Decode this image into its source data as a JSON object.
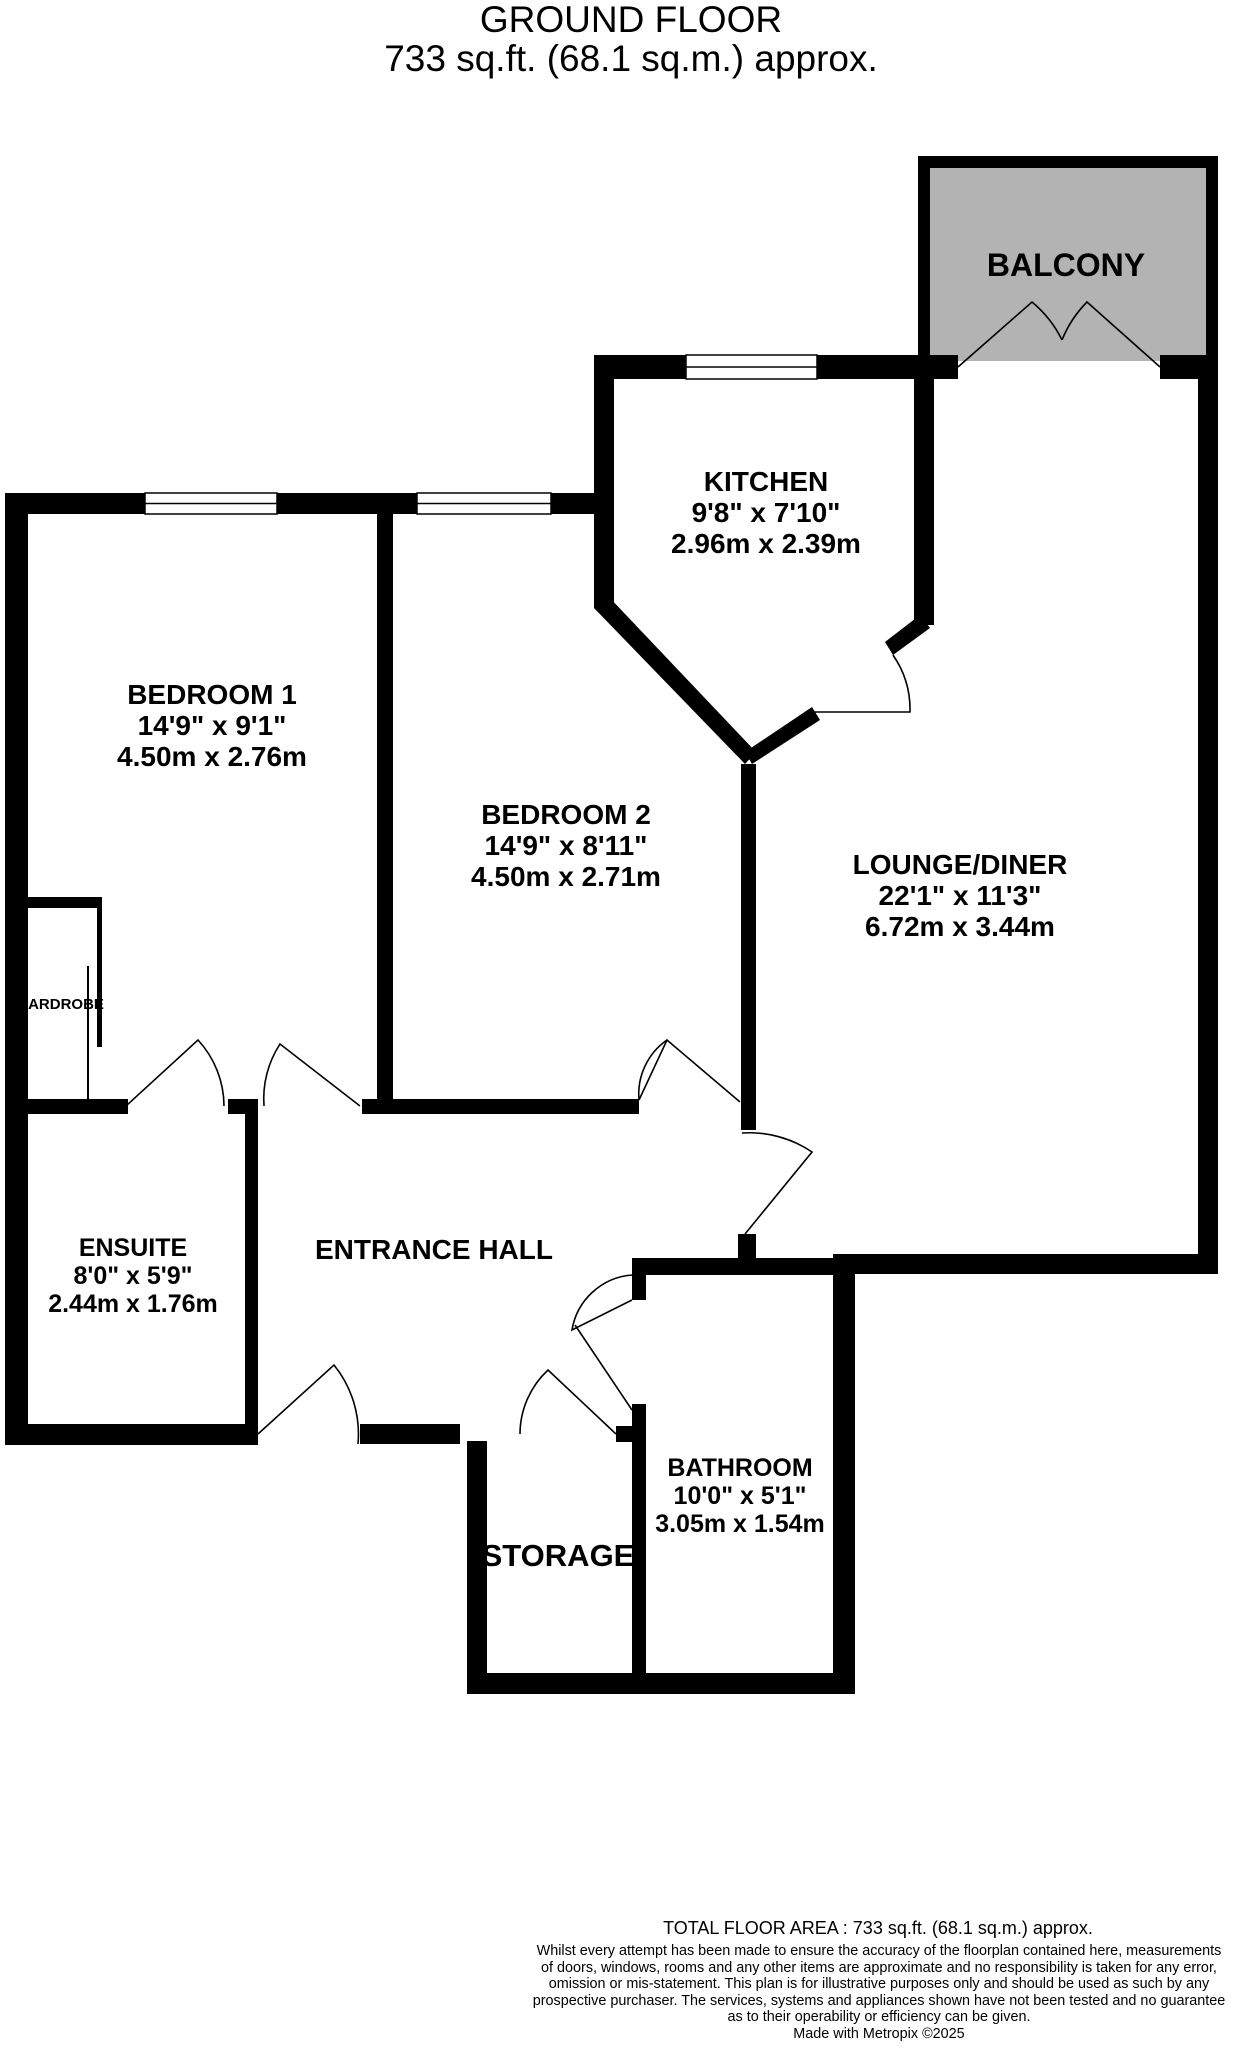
{
  "header": {
    "floor": "GROUND FLOOR",
    "area": "733 sq.ft. (68.1 sq.m.) approx."
  },
  "rooms": {
    "balcony": {
      "name": "BALCONY"
    },
    "kitchen": {
      "name": "KITCHEN",
      "imperial": "9'8\"  x 7'10\"",
      "metric": "2.96m  x 2.39m"
    },
    "bedroom1": {
      "name": "BEDROOM 1",
      "imperial": "14'9\"  x 9'1\"",
      "metric": "4.50m  x 2.76m"
    },
    "bedroom2": {
      "name": "BEDROOM 2",
      "imperial": "14'9\"  x 8'11\"",
      "metric": "4.50m  x 2.71m"
    },
    "lounge": {
      "name": "LOUNGE/DINER",
      "imperial": "22'1\"  x 11'3\"",
      "metric": "6.72m  x 3.44m"
    },
    "wardrobe": {
      "name": "ARDROBE"
    },
    "ensuite": {
      "name": "ENSUITE",
      "imperial": "8'0\"  x 5'9\"",
      "metric": "2.44m  x 1.76m"
    },
    "hall": {
      "name": "ENTRANCE HALL"
    },
    "bathroom": {
      "name": "BATHROOM",
      "imperial": "10'0\"  x 5'1\"",
      "metric": "3.05m  x 1.54m"
    },
    "storage": {
      "name": "STORAGE"
    }
  },
  "footer": {
    "total": "TOTAL FLOOR AREA : 733 sq.ft. (68.1 sq.m.) approx.",
    "disclaimer": [
      "Whilst every attempt has been made to ensure the accuracy of the floorplan contained here, measurements",
      "of doors, windows, rooms and any other items are approximate and no responsibility is taken for any error,",
      "omission or mis-statement. This plan is for illustrative purposes only and should be used as such by any",
      "prospective purchaser. The services, systems and appliances shown have not been tested and no guarantee",
      "as to their operability or efficiency can be given."
    ],
    "made_with": "Made with Metropix ©2025"
  },
  "colors": {
    "wall": "#000000",
    "balcony_fill": "#b3b3b3",
    "background": "#ffffff"
  }
}
